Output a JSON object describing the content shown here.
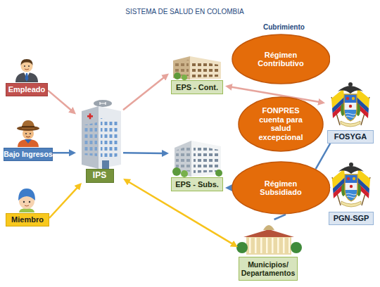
{
  "diagram": {
    "title": "SISTEMA DE SALUD EN COLOMBIA",
    "nodes": [
      {
        "text": [
          "Empleado"
        ]
      },
      {
        "text": [
          "Bajo Ingresos"
        ]
      },
      {
        "text": [
          "Miembro"
        ]
      },
      {
        "text": [
          "IPS"
        ]
      },
      {
        "text": [
          "EPS - Cont."
        ]
      },
      {
        "text": [
          "EPS - Subs."
        ]
      },
      {
        "text": [
          "Régimen Contributivo"
        ]
      },
      {
        "text": [
          "FONPRES",
          "cuenta para salud excepcional"
        ]
      },
      {
        "text": [
          "Régimen Subsidiado"
        ]
      },
      {
        "text": [
          "FOSYGA"
        ]
      },
      {
        "text": [
          "PGN-SGP"
        ]
      },
      {
        "text": [
          "Municipios/ Departamentos"
        ]
      }
    ],
    "edges": [
      {
        "from": 0,
        "to": 3,
        "arrow": "to"
      },
      {
        "from": 1,
        "to": 3,
        "arrow": "to"
      },
      {
        "from": 2,
        "to": 3,
        "arrow": "to"
      },
      {
        "from": 3,
        "to": 4,
        "arrow": "to"
      },
      {
        "from": 3,
        "to": 5,
        "arrow": "to"
      },
      {
        "from": 4,
        "to": 9,
        "arrow": "both"
      },
      {
        "from": 8,
        "to": 5,
        "arrow": "to"
      },
      {
        "from": 9,
        "to": 8,
        "arrow": "none"
      },
      {
        "from": 10,
        "to": 8,
        "arrow": "none"
      },
      {
        "from": 11,
        "to": 8,
        "arrow": "none"
      },
      {
        "from": 3,
        "to": 11,
        "arrow": "both"
      }
    ],
    "labels": [
      "Cubrimiento"
    ]
  }
}
